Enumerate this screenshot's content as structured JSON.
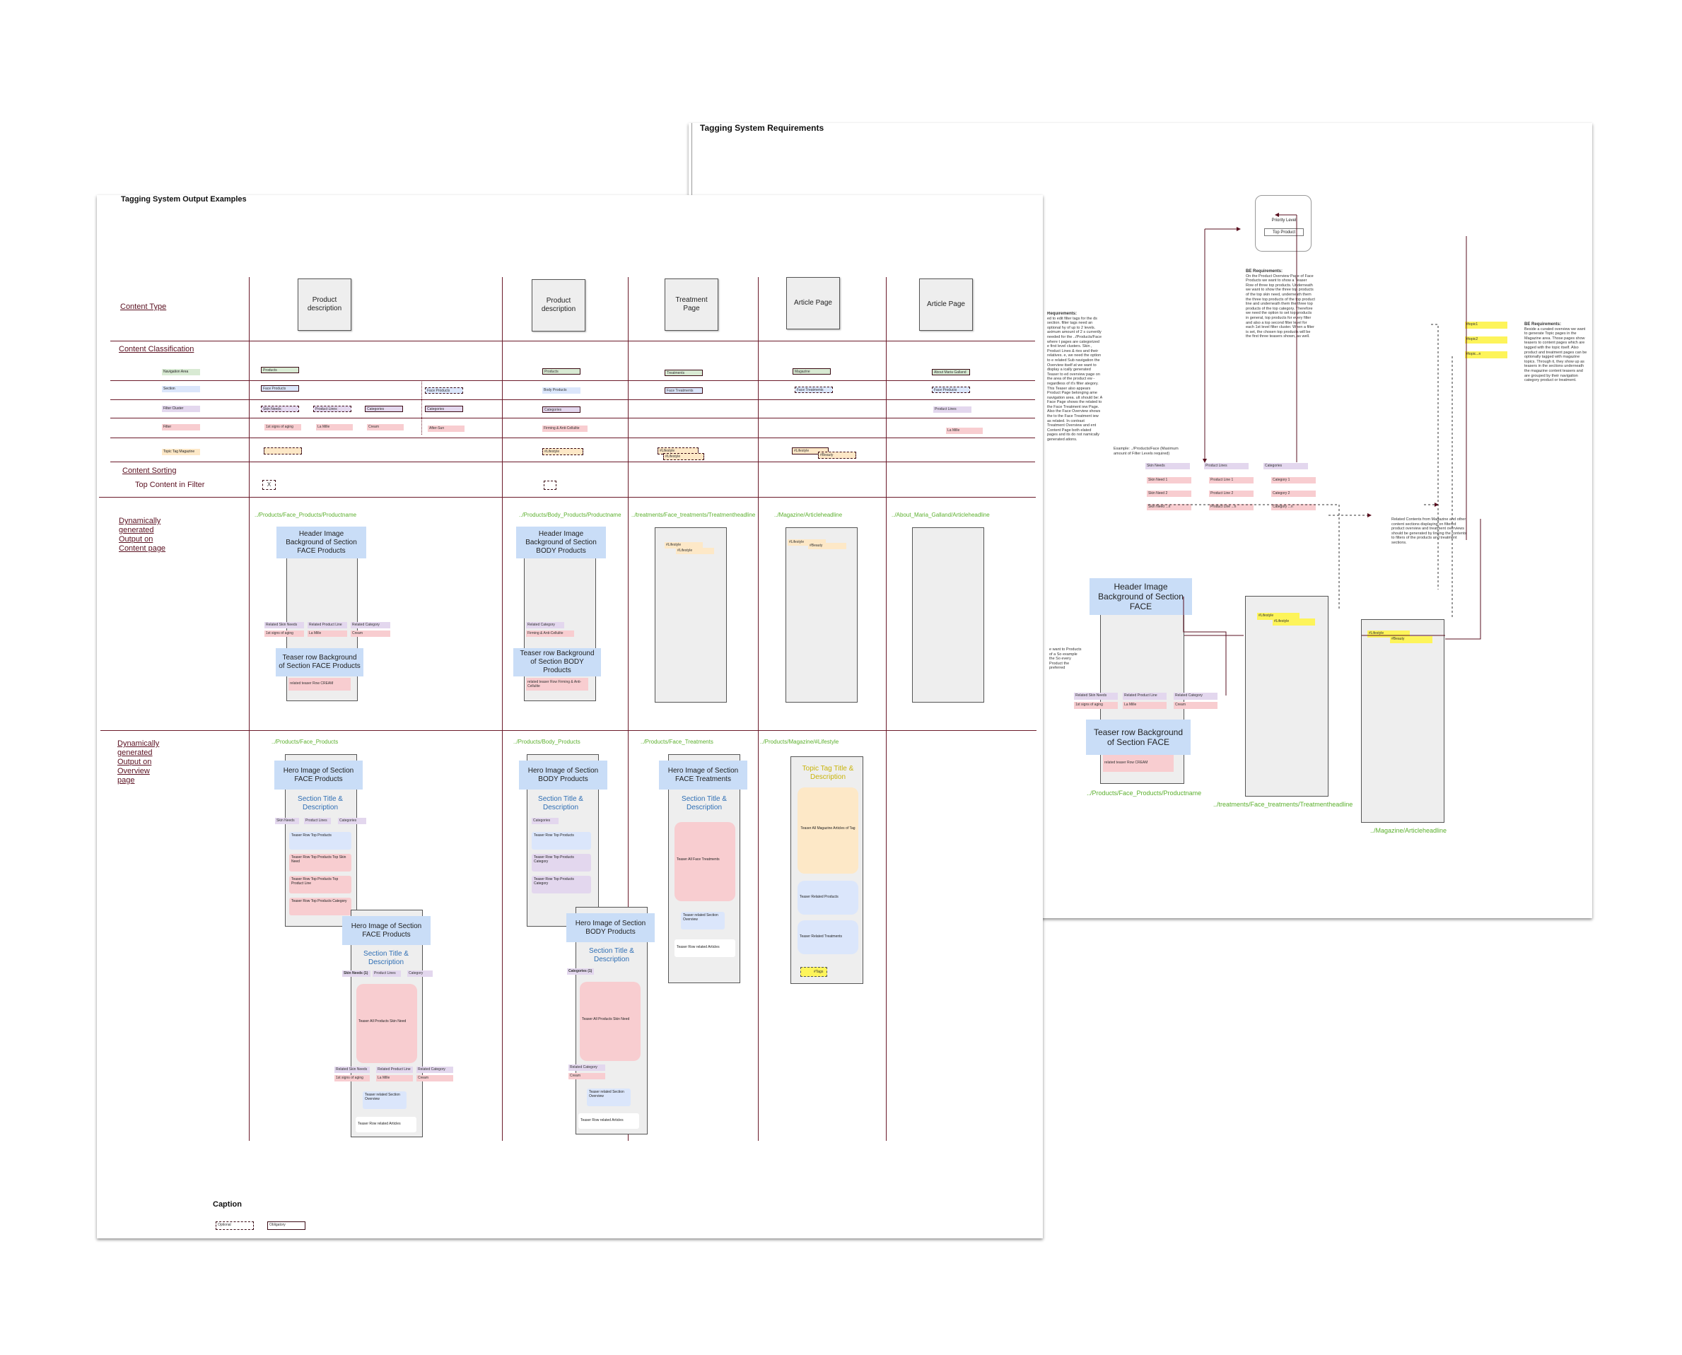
{
  "right_sheet": {
    "title": "Tagging System Requirements",
    "priority": {
      "title": "Priority Level",
      "button": "Top Product"
    },
    "be_req_top": {
      "heading": "BE Requirements:",
      "body": "On the Product Overview Page of Face Products we want to show a Teaser Row of three top products. Underneath we want to show the three top products of the top skin need, underneath them the three top products of the top product line and underneath them the three top products of the top category. Therefore we need the option to set top products in general, top products for every filter and also a top second filter level for each 1st level filter cluster. When a filter is set, the chosen top products will be the first three teasers shown, as well."
    },
    "be_req_left": {
      "heading": "Requirements:",
      "body": "ed to edit filter tags for the ds section. filter tags need an optional hy of up to 2 levels. aximum amount of 2 s currently needed for the ../Products/Face where t pages are categorized e first level clusters. Skin , Product Lines & ries and their relatives. e, we need the option to e related Sub navigation the Overview itself at we want to display a ically generated Teaser to ed overview page on the area of the product ew - regardless of it's filter ategory. This Teaser also appears Product Page belonging ame navigation area. ult should be: A Face Page shows the related to the Face Treatment iew Page. Also the Face Overview shows the to the Face Treatment iew as related. In contrast Treatment Overview and ent Content Page both elated pages and its do not namically generated ations."
    },
    "be_req_mid": "e want to Products of a So example the So every Product the preferred",
    "example_label": "Example: ../Products/Face (Maximum amount of Filter Levels required)",
    "filters": {
      "cols": [
        {
          "header": "Skin Needs",
          "items": [
            "Skin Need 1",
            "Skin Need 2",
            "Skin Need ...n"
          ]
        },
        {
          "header": "Product Lines",
          "items": [
            "Product Line 1",
            "Product Line 2",
            "Product Line ...n"
          ]
        },
        {
          "header": "Categories",
          "items": [
            "Category 1",
            "Category 2",
            "Category ...n"
          ]
        }
      ]
    },
    "related_note": "Related Contents from Magazine and other content sections displaying on filtered product overview and treatment overviews should be generated by linking the contents to filters of the products and treatment sections.",
    "topics": [
      "#topic1",
      "#topic2",
      "#topic...n"
    ],
    "be_req_right": {
      "heading": "BE Requirements:",
      "body": "Beside a curated overview we want to generate Topic pages in the Magazine area. Those pages show teasers to content pages which are tagged with the topic itself. Also product and treatment pages can be optionally tagged with magazine topics. Through it, they show up as teasers in the sections underneath the magazine content teasers and are grouped by their navigation category product or treatment."
    },
    "face_page": {
      "header": "Header Image Background of Section FACE",
      "related": [
        "Related Skin Needs",
        "Related Product Line",
        "Related Category"
      ],
      "related_vals": [
        "1st signs of aging",
        "La Mille",
        "Cream"
      ],
      "teaser": "Teaser row Background of Section FACE",
      "teaser_sub": "related teaser Row CREAM",
      "url": "../Products/Face_Products/Productname"
    },
    "treat_page": {
      "tags": [
        "#Lifestyle",
        "#Lifestyle"
      ],
      "url": "../treatments/Face_treatments/Treatmentheadline"
    },
    "mag_page": {
      "tags": [
        "#Lifestyle",
        "#Beauty"
      ],
      "url": "../Magazine/Articleheadline"
    }
  },
  "left_sheet": {
    "title": "Tagging System Output Examples",
    "row_labels": {
      "content_type": "Content Type",
      "classification": "Content Classification",
      "sorting": "Content Sorting",
      "top_content": "Top Content in Filter",
      "dyn_content": "Dynamically generated Output on Content page",
      "dyn_overview": "Dynamically generated Output on Overview page"
    },
    "class_rows": [
      "Navigation Area",
      "Section",
      "Filter Cluster",
      "Filter",
      "Topic Tag Magazine"
    ],
    "content_types": [
      "Product description",
      "Product description",
      "Treatment Page",
      "Article Page",
      "Article Page"
    ],
    "tags": {
      "c1": {
        "nav": "Products",
        "sec": "Face Products",
        "cluster": [
          "Skin Needs",
          "Product Lines",
          "Categories"
        ],
        "filter": [
          "1st signs of aging",
          "La Mille",
          "Cream"
        ],
        "cluster2": "Categories",
        "filter2": "After-Sun"
      },
      "c2": {
        "nav": "Products",
        "sec": "Body Products",
        "cluster": "Categories",
        "filter": "Firming & Anti-Cellulite",
        "topic": "#Lifestyle"
      },
      "c3": {
        "nav": "Treatments",
        "sec": "Face Treatments",
        "topic": [
          "#Lifestyle",
          "#Lifestyle"
        ]
      },
      "c4": {
        "nav": "Magazine",
        "sec": "Face Treatments",
        "topic": [
          "#Lifestyle",
          "#Beauty"
        ]
      },
      "c5": {
        "nav": "About Maria Galland",
        "sec": "Face Products",
        "cluster": "Product Lines",
        "filter": "La Mille"
      }
    },
    "top_marker": "X",
    "content_urls": [
      "../Products/Face_Products/Productname",
      "../Products/Body_Products/Productname",
      "../treatments/Face_treatments/Treatmentheadline",
      "../Magazine/Articleheadline",
      "../About_Maria_Galland/Articleheadline"
    ],
    "cp1": {
      "header": "Header Image Background of Section FACE Products",
      "related": [
        "Related Skin Needs",
        "Related Product Line",
        "Related Category"
      ],
      "related_vals": [
        "1st signs of aging",
        "La Mille",
        "Cream"
      ],
      "teaser": "Teaser row Background of Section FACE Products",
      "teaser_sub": "related teaser Row CREAM"
    },
    "cp2": {
      "header": "Header Image Background of Section BODY Products",
      "related": "Related Category",
      "related_val": "Firming & Anti-Cellulite",
      "teaser": "Teaser row Background of Section BODY Products",
      "teaser_sub": "related teaser Row Firming & Anti-Cellulite"
    },
    "cp3": {
      "tags": [
        "#Lifestyle",
        "#Lifestyle"
      ]
    },
    "cp4": {
      "tags": [
        "#Lifestyle",
        "#Beauty"
      ]
    },
    "overview_urls": [
      "../Products/Face_Products",
      "../Products/Body_Products",
      "../Products/Face_Treatments",
      "../Products/Magazine/#Lifestyle"
    ],
    "ov1": {
      "hero": "Hero Image of Section FACE Products",
      "title": "Section Title & Description",
      "filters": [
        "Skin Needs",
        "Product Lines",
        "Categories"
      ],
      "teasers": [
        "Teaser Row Top Products",
        "Teaser Row Top Products Top Skin Need",
        "Teaser Row Top Products Top Product Line",
        "Teaser Row Top Products Category"
      ]
    },
    "ov1b": {
      "hero": "Hero Image of Section FACE Products",
      "title": "Section Title & Description",
      "filters": [
        "Skin Needs (1)",
        "Product Lines",
        "Category"
      ],
      "teaser_all": "Teaser All Products Skin Need",
      "related": [
        "Related Skin Needs",
        "Related Product Line",
        "Related Category"
      ],
      "related_vals": [
        "1st signs of aging",
        "La Mille",
        "Cream"
      ],
      "section": "Teaser related Section Overview",
      "articles": "Teaser Row related Articles"
    },
    "ov2": {
      "hero": "Hero Image of Section BODY Products",
      "title": "Section Title & Description",
      "filter": "Categories",
      "teasers": [
        "Teaser Row Top Products",
        "Teaser Row Top Products Category",
        "Teaser Row Top Products Category"
      ]
    },
    "ov2b": {
      "hero": "Hero Image of Section BODY Products",
      "title": "Section Title & Description",
      "filter": "Categories (1)",
      "teaser_all": "Teaser All Products Skin Need",
      "related": "Related Category",
      "related_val": "Cream",
      "section": "Teaser related Section Overview",
      "articles": "Teaser Row related Articles"
    },
    "ov3": {
      "hero": "Hero Image of Section FACE Treatments",
      "title": "Section Title & Description",
      "teaser_all": "Teaser All Face Treatments",
      "section": "Teaser related Section Overview",
      "articles": "Teaser Row related Articles"
    },
    "ov4": {
      "title": "Topic Tag Title & Description",
      "teaser_all": "Teaser All Magazine Articles of Tag",
      "products": "Teaser Related Products",
      "treatments": "Teaser Related Treatments",
      "tags": "#Tags"
    },
    "caption": {
      "title": "Caption",
      "items": [
        "Optional",
        "Obligatory"
      ]
    }
  }
}
